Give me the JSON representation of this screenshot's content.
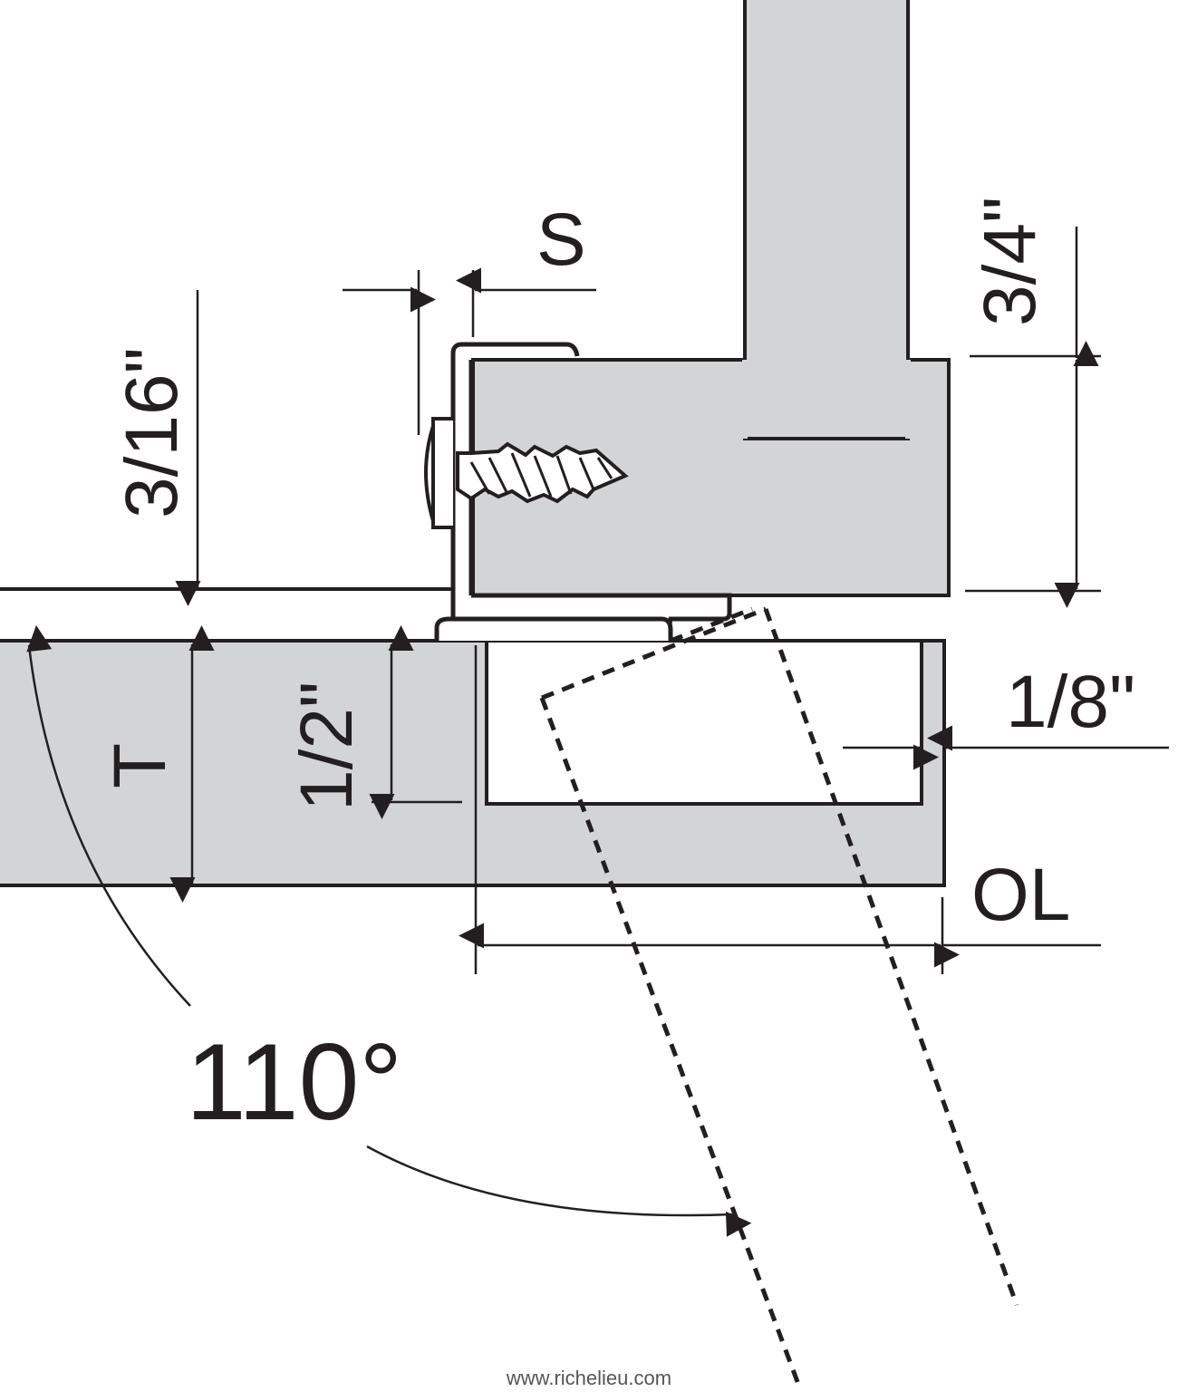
{
  "labels": {
    "s": "S",
    "three_sixteenths": "3/16\"",
    "three_quarters": "3/4\"",
    "one_eighth": "1/8\"",
    "one_half": "1/2\"",
    "t": "T",
    "ol": "OL",
    "angle": "110°"
  },
  "footer": "www.richelieu.com",
  "colors": {
    "fill": "#d3d4d6",
    "stroke": "#231f20"
  }
}
